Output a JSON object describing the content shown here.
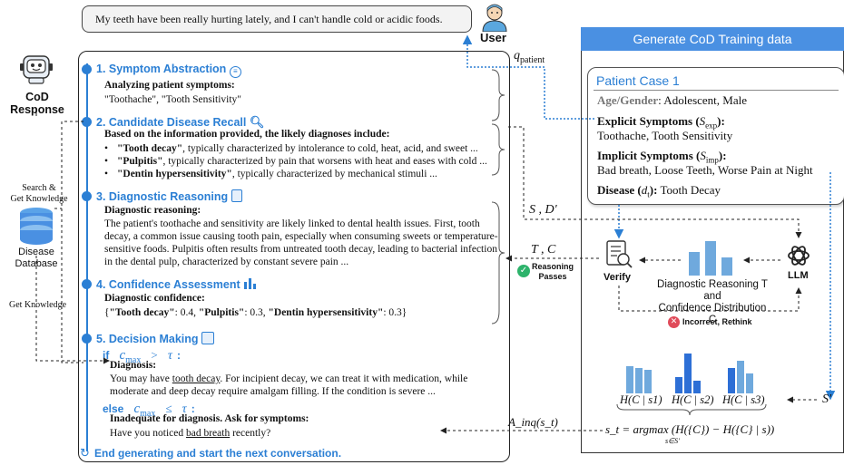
{
  "user_query": "My teeth have been really hurting lately, and I can't handle cold or acidic foods.",
  "user_label": "User",
  "q_patient": "q",
  "q_patient_sub": "patient",
  "cod_response": "CoD\nResponse",
  "search_label": "Search &\nGet Knowledge",
  "db_label": "Disease\nDatabase",
  "get_knowledge": "Get Knowledge",
  "steps": {
    "s1": {
      "title": "1. Symptom Abstraction",
      "sub": "Analyzing patient symptoms:",
      "text": "\"Toothache\", \"Tooth Sensitivity\""
    },
    "s2": {
      "title": "2. Candidate Disease Recall",
      "sub": "Based on the information provided, the likely diagnoses include:",
      "items": [
        {
          "name": "\"Tooth decay\"",
          "rest": ", typically characterized by intolerance to cold, heat, acid, and sweet ..."
        },
        {
          "name": "\"Pulpitis\"",
          "rest": ", typically characterized by pain that worsens with heat and eases with cold ..."
        },
        {
          "name": "\"Dentin hypersensitivity\"",
          "rest": ", typically characterized by mechanical stimuli ..."
        }
      ]
    },
    "s3": {
      "title": "3. Diagnostic Reasoning",
      "sub": "Diagnostic reasoning:",
      "text": "The patient's toothache and sensitivity are likely linked to dental health issues. First, tooth decay, a common issue causing tooth pain, especially when consuming sweets or temperature-sensitive foods. Pulpitis often results from untreated tooth decay, leading to bacterial infection in the dental pulp, characterized by constant severe pain ..."
    },
    "s4": {
      "title": "4. Confidence Assessment",
      "sub": "Diagnostic confidence:",
      "open": "{",
      "d1": "\"Tooth decay\"",
      "v1": ": 0.4, ",
      "d2": "\"Pulpitis\"",
      "v2": ": 0.3, ",
      "d3": "\"Dentin hypersensitivity\"",
      "v3": ": 0.3}"
    },
    "s5": {
      "title": "5. Decision Making",
      "if_kw": "if",
      "cmax": "c",
      "cmax_sub": "max",
      "gt": ">",
      "tau": "τ",
      "colon": ":",
      "diag_sub": "Diagnosis:",
      "diag_pre": "You may have ",
      "diag_link": "tooth decay",
      "diag_post": ". For incipient decay, we can treat it with medication, while moderate and deep decay require amalgam filling. If the condition is severe ...",
      "else_kw": "else",
      "le": "≤",
      "inadequate": "Inadequate for diagnosis. Ask for symptoms:",
      "ask_pre": "Have you noticed ",
      "ask_link": "bad breath",
      "ask_post": " recently?"
    },
    "end": "End generating and start the next conversation."
  },
  "right": {
    "header": "Generate CoD Training data",
    "case_title": "Patient Case 1",
    "age_label": "Age/Gender",
    "age_value": ": Adolescent, Male",
    "explicit_label": "Explicit Symptoms (",
    "explicit_sym": "S",
    "explicit_sub": "exp",
    "explicit_close": "):",
    "explicit_value": "Toothache, Tooth Sensitivity",
    "implicit_label": "Implicit Symptoms (",
    "implicit_sym": "S",
    "implicit_sub": "imp",
    "implicit_close": "):",
    "implicit_value": "Bad breath, Loose Teeth, Worse Pain at Night",
    "disease_label": "Disease (",
    "disease_sym": "d",
    "disease_sub": "t",
    "disease_close": "):",
    "disease_value": " Tooth Decay"
  },
  "flow": {
    "s_d": "S , D'",
    "t_c": "T , C",
    "reasoning_passes": "Reasoning\nPasses",
    "verify": "Verify",
    "llm": "LLM",
    "dr_line1": "Diagnostic Reasoning T and",
    "dr_line2": "Confidence Distribution C",
    "incorrect": "Incorrect, Rethink",
    "s_prime": "S'",
    "h1": "H(C | s1)",
    "h2": "H(C | s2)",
    "h3": "H(C | s3)",
    "a_inq": "A_inq(s_t)",
    "formula": "s_t = argmax (H({C}) − H({C} | s))",
    "formula_under": "s∈S'"
  },
  "colors": {
    "accent": "#2b7fd4",
    "header_bg": "#4a90e2",
    "bar_light": "#6fa9dd",
    "bar_dark": "#2d6fd6",
    "green": "#2db36b",
    "red": "#e04b5a"
  }
}
